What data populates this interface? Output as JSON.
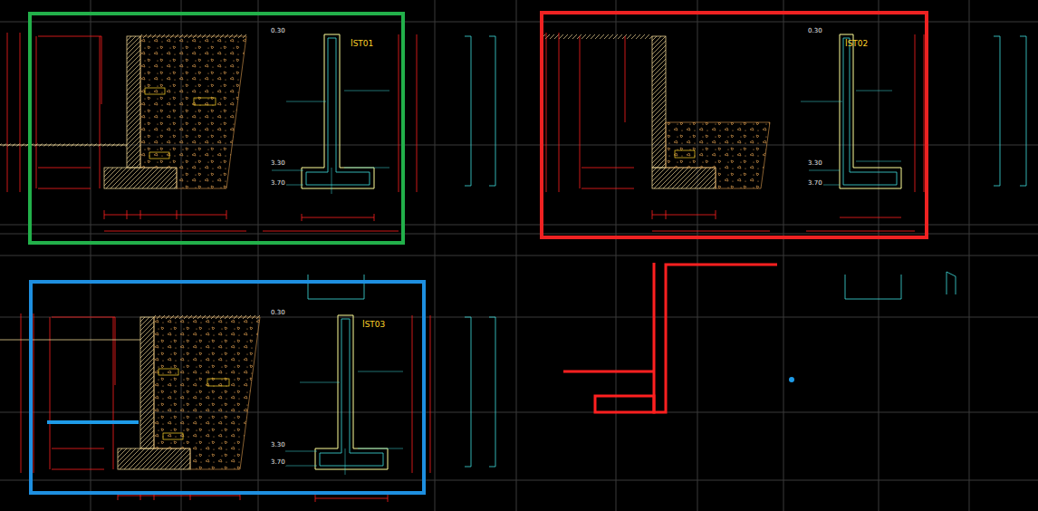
{
  "diagram": {
    "nodes": [
      {
        "text": [
          "İST01"
        ]
      },
      {
        "text": [
          "İST02"
        ]
      },
      {
        "text": [
          "İST03"
        ]
      }
    ],
    "labels": [
      "0.30",
      "3.30",
      "3.70",
      "0.30",
      "3.30",
      "3.70",
      "0.30",
      "3.30",
      "3.70"
    ]
  }
}
